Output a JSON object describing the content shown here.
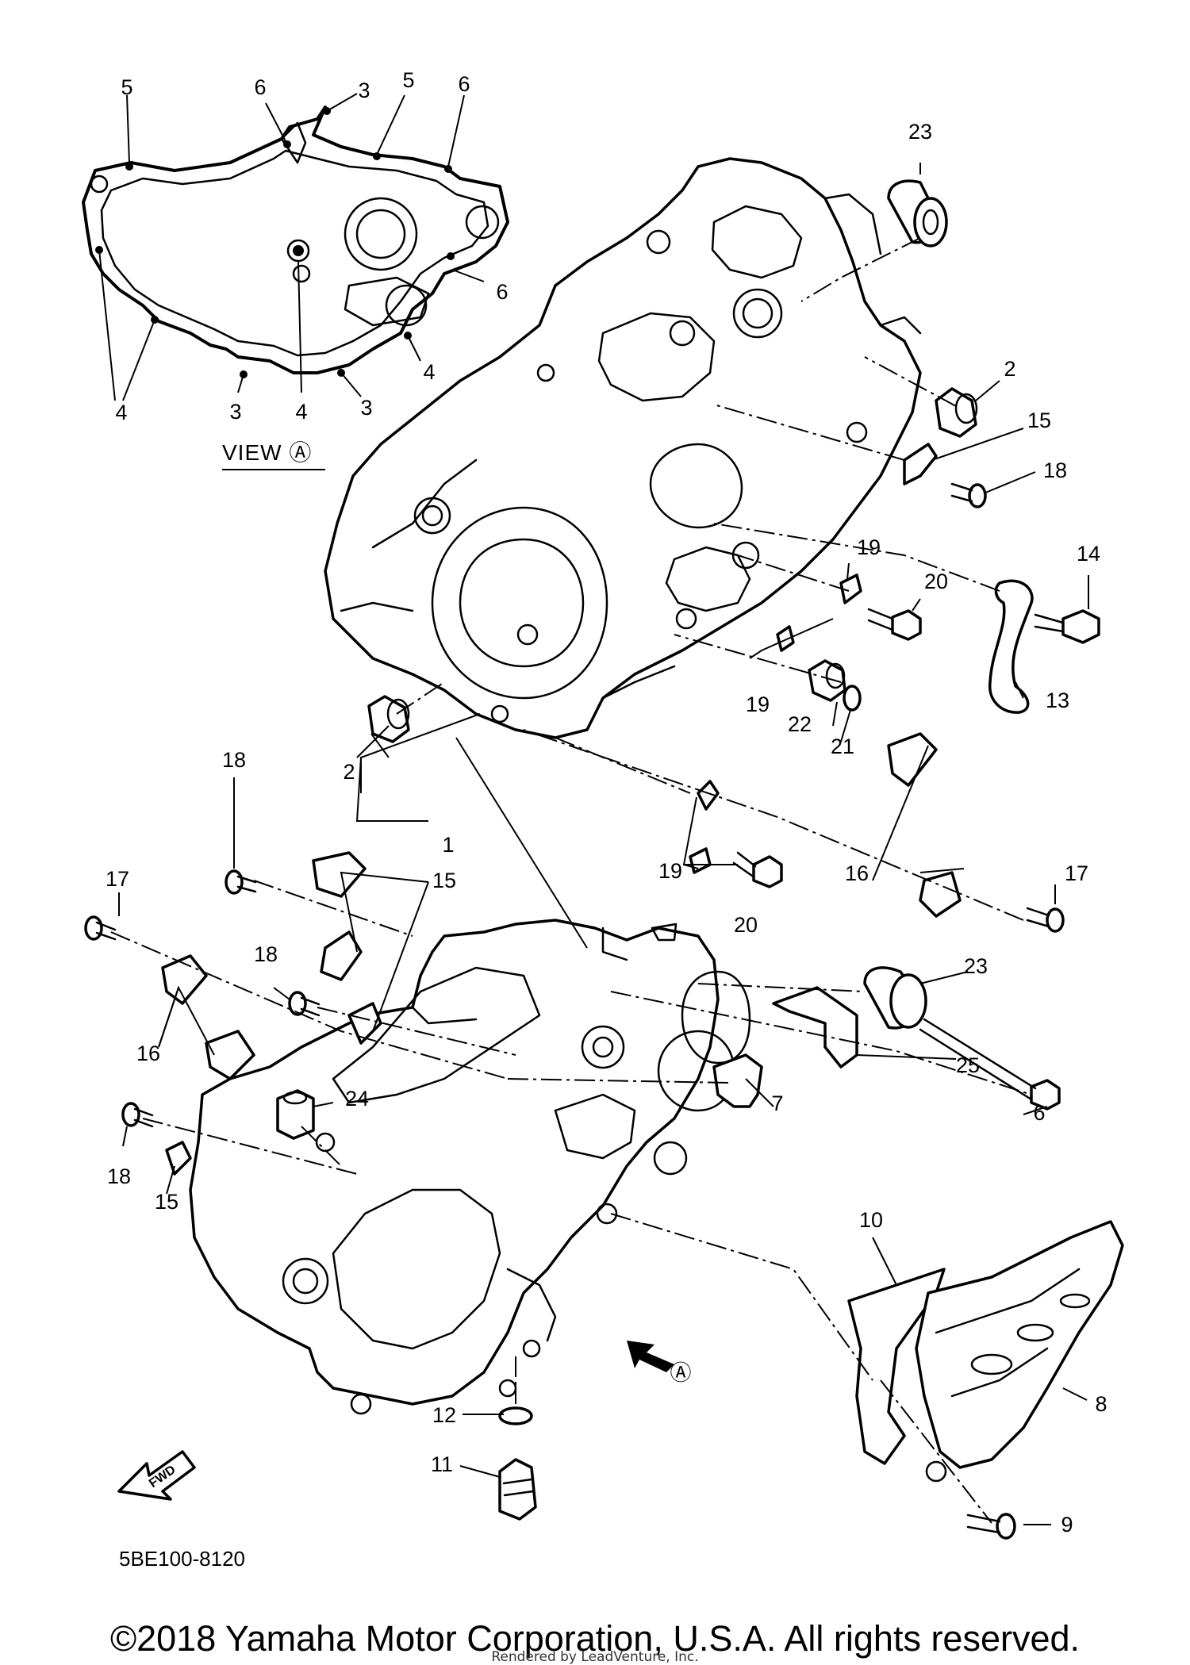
{
  "view_label": "VIEW Ⓐ",
  "arrow_marker": "Ⓐ",
  "fwd_label": "FWD",
  "diagram_code": "5BE100-8120",
  "copyright": "©2018 Yamaha Motor Corporation, U.S.A. All rights reserved.",
  "render_credit": "Rendered by LeadVenture, Inc.",
  "labels": {
    "l1": "1",
    "l2a": "2",
    "l2b": "2",
    "l3a": "3",
    "l3b": "3",
    "l3c": "3",
    "l4a": "4",
    "l4b": "4",
    "l4c": "4",
    "l5a": "5",
    "l5b": "5",
    "l6a": "6",
    "l6b": "6",
    "l6c": "6",
    "l6d": "6",
    "l7": "7",
    "l8": "8",
    "l9": "9",
    "l10": "10",
    "l11": "11",
    "l12": "12",
    "l13": "13",
    "l14": "14",
    "l15a": "15",
    "l15b": "15",
    "l15c": "15",
    "l16a": "16",
    "l16b": "16",
    "l17a": "17",
    "l17b": "17",
    "l18a": "18",
    "l18b": "18",
    "l18c": "18",
    "l18d": "18",
    "l19a": "19",
    "l19b": "19",
    "l19c": "19",
    "l20a": "20",
    "l20b": "20",
    "l21": "21",
    "l22": "22",
    "l23a": "23",
    "l23b": "23",
    "l24": "24",
    "l25": "25"
  }
}
